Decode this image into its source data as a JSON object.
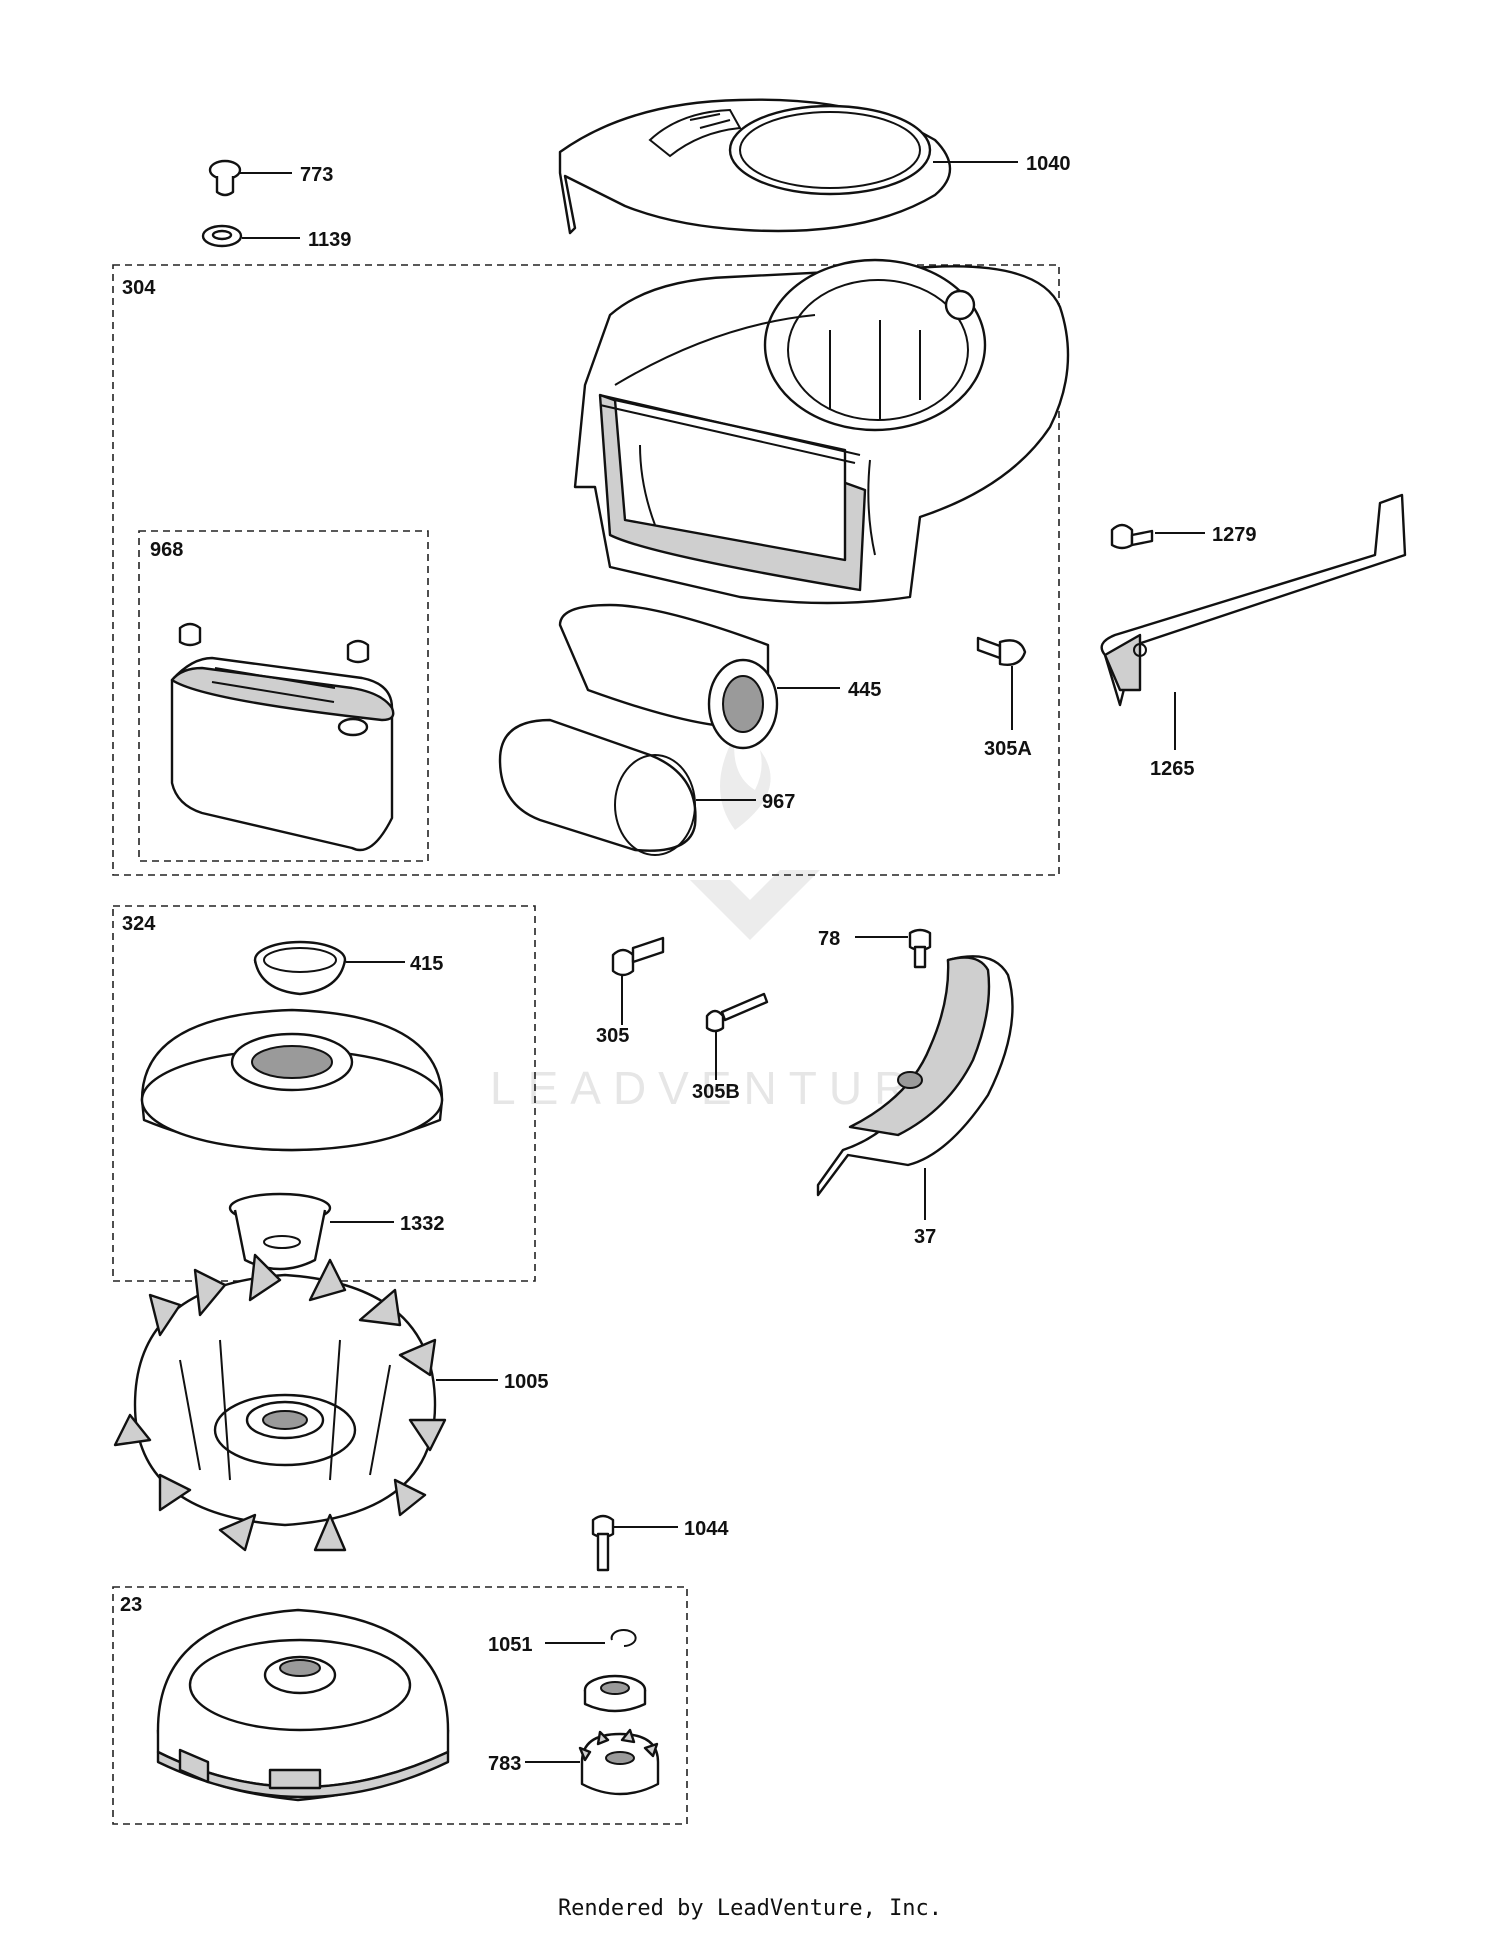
{
  "callouts": {
    "p773": "773",
    "p1139": "1139",
    "p1040": "1040",
    "p1279": "1279",
    "p445": "445",
    "p305A": "305A",
    "p1265": "1265",
    "p967": "967",
    "p415": "415",
    "p78": "78",
    "p305": "305",
    "p305B": "305B",
    "p1332": "1332",
    "p37": "37",
    "p1005": "1005",
    "p1044": "1044",
    "p1051": "1051",
    "p783": "783"
  },
  "groups": {
    "g304": "304",
    "g968": "968",
    "g324": "324",
    "g23": "23"
  },
  "watermark": "LEADVENTURE",
  "footer": "Rendered by LeadVenture, Inc."
}
